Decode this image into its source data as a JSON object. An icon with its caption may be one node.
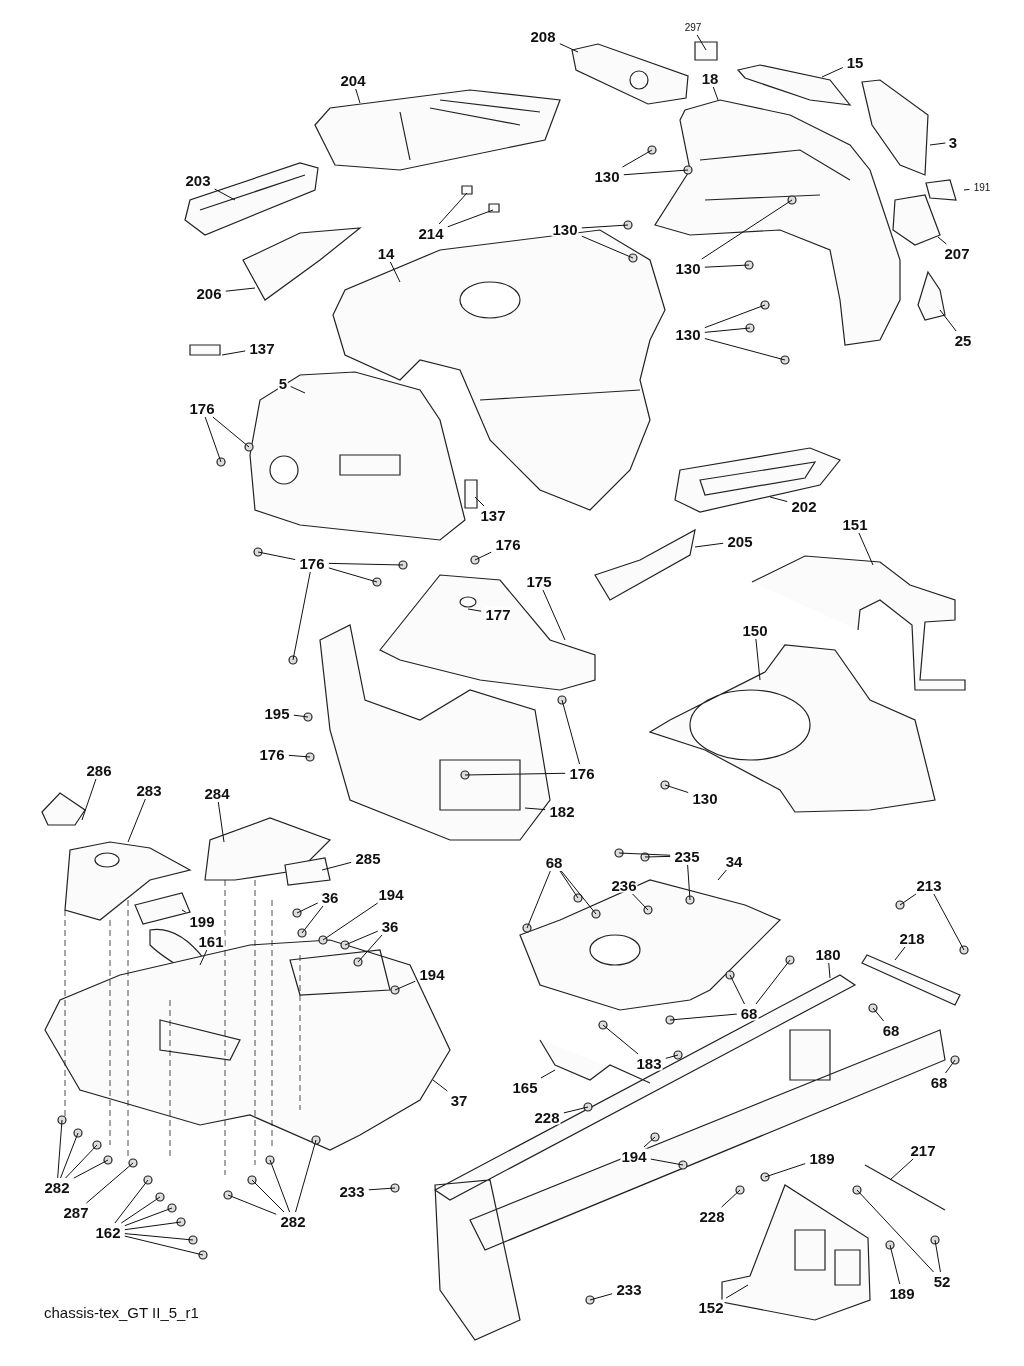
{
  "diagram": {
    "caption": "chassis-tex_GT II_5_r1",
    "nodes": [
      {
        "text": [
          "297"
        ]
      },
      {
        "text": [
          "208"
        ]
      },
      {
        "text": [
          "15"
        ]
      },
      {
        "text": [
          "18"
        ]
      },
      {
        "text": [
          "204"
        ]
      },
      {
        "text": [
          "3"
        ]
      },
      {
        "text": [
          "130"
        ]
      },
      {
        "text": [
          "203"
        ]
      },
      {
        "text": [
          "191"
        ]
      },
      {
        "text": [
          "214"
        ]
      },
      {
        "text": [
          "130"
        ]
      },
      {
        "text": [
          "14"
        ]
      },
      {
        "text": [
          "207"
        ]
      },
      {
        "text": [
          "130"
        ]
      },
      {
        "text": [
          "206"
        ]
      },
      {
        "text": [
          "25"
        ]
      },
      {
        "text": [
          "130"
        ]
      },
      {
        "text": [
          "137"
        ]
      },
      {
        "text": [
          "5"
        ]
      },
      {
        "text": [
          "176"
        ]
      },
      {
        "text": [
          "137"
        ]
      },
      {
        "text": [
          "202"
        ]
      },
      {
        "text": [
          "176"
        ]
      },
      {
        "text": [
          "205"
        ]
      },
      {
        "text": [
          "151"
        ]
      },
      {
        "text": [
          "176"
        ]
      },
      {
        "text": [
          "175"
        ]
      },
      {
        "text": [
          "177"
        ]
      },
      {
        "text": [
          "150"
        ]
      },
      {
        "text": [
          "195"
        ]
      },
      {
        "text": [
          "176"
        ]
      },
      {
        "text": [
          "176"
        ]
      },
      {
        "text": [
          "130"
        ]
      },
      {
        "text": [
          "182"
        ]
      },
      {
        "text": [
          "286"
        ]
      },
      {
        "text": [
          "283"
        ]
      },
      {
        "text": [
          "284"
        ]
      },
      {
        "text": [
          "285"
        ]
      },
      {
        "text": [
          "235"
        ]
      },
      {
        "text": [
          "34"
        ]
      },
      {
        "text": [
          "68"
        ]
      },
      {
        "text": [
          "236"
        ]
      },
      {
        "text": [
          "194"
        ]
      },
      {
        "text": [
          "213"
        ]
      },
      {
        "text": [
          "36"
        ]
      },
      {
        "text": [
          "199"
        ]
      },
      {
        "text": [
          "36"
        ]
      },
      {
        "text": [
          "218"
        ]
      },
      {
        "text": [
          "161"
        ]
      },
      {
        "text": [
          "180"
        ]
      },
      {
        "text": [
          "194"
        ]
      },
      {
        "text": [
          "68"
        ]
      },
      {
        "text": [
          "68"
        ]
      },
      {
        "text": [
          "183"
        ]
      },
      {
        "text": [
          "37"
        ]
      },
      {
        "text": [
          "165"
        ]
      },
      {
        "text": [
          "68"
        ]
      },
      {
        "text": [
          "228"
        ]
      },
      {
        "text": [
          "282"
        ]
      },
      {
        "text": [
          "194"
        ]
      },
      {
        "text": [
          "189"
        ]
      },
      {
        "text": [
          "217"
        ]
      },
      {
        "text": [
          "287"
        ]
      },
      {
        "text": [
          "233"
        ]
      },
      {
        "text": [
          "228"
        ]
      },
      {
        "text": [
          "282"
        ]
      },
      {
        "text": [
          "162"
        ]
      },
      {
        "text": [
          "52"
        ]
      },
      {
        "text": [
          "189"
        ]
      },
      {
        "text": [
          "233"
        ]
      },
      {
        "text": [
          "152"
        ]
      }
    ],
    "edges": [
      {
        "from": 0,
        "to": null,
        "arrow": "none"
      },
      {
        "from": 1,
        "to": null,
        "arrow": "none"
      },
      {
        "from": 2,
        "to": null,
        "arrow": "none"
      },
      {
        "from": 3,
        "to": null,
        "arrow": "none"
      },
      {
        "from": 4,
        "to": null,
        "arrow": "none"
      },
      {
        "from": 5,
        "to": null,
        "arrow": "none"
      },
      {
        "from": 6,
        "to": null,
        "arrow": "none"
      },
      {
        "from": 6,
        "to": null,
        "arrow": "none"
      },
      {
        "from": 7,
        "to": null,
        "arrow": "none"
      },
      {
        "from": 8,
        "to": null,
        "arrow": "none"
      },
      {
        "from": 9,
        "to": null,
        "arrow": "none"
      },
      {
        "from": 9,
        "to": null,
        "arrow": "none"
      },
      {
        "from": 10,
        "to": null,
        "arrow": "none"
      },
      {
        "from": 10,
        "to": null,
        "arrow": "none"
      },
      {
        "from": 11,
        "to": null,
        "arrow": "none"
      },
      {
        "from": 12,
        "to": null,
        "arrow": "none"
      },
      {
        "from": 13,
        "to": null,
        "arrow": "none"
      },
      {
        "from": 13,
        "to": null,
        "arrow": "none"
      },
      {
        "from": 14,
        "to": null,
        "arrow": "none"
      },
      {
        "from": 15,
        "to": null,
        "arrow": "none"
      },
      {
        "from": 16,
        "to": null,
        "arrow": "none"
      },
      {
        "from": 16,
        "to": null,
        "arrow": "none"
      },
      {
        "from": 16,
        "to": null,
        "arrow": "none"
      },
      {
        "from": 17,
        "to": null,
        "arrow": "none"
      },
      {
        "from": 18,
        "to": null,
        "arrow": "none"
      },
      {
        "from": 19,
        "to": null,
        "arrow": "none"
      },
      {
        "from": 19,
        "to": null,
        "arrow": "none"
      },
      {
        "from": 20,
        "to": null,
        "arrow": "none"
      },
      {
        "from": 21,
        "to": null,
        "arrow": "none"
      },
      {
        "from": 22,
        "to": null,
        "arrow": "none"
      },
      {
        "from": 23,
        "to": null,
        "arrow": "none"
      },
      {
        "from": 24,
        "to": null,
        "arrow": "none"
      },
      {
        "from": 25,
        "to": null,
        "arrow": "none"
      },
      {
        "from": 25,
        "to": null,
        "arrow": "none"
      },
      {
        "from": 25,
        "to": null,
        "arrow": "none"
      },
      {
        "from": 25,
        "to": null,
        "arrow": "none"
      },
      {
        "from": 26,
        "to": null,
        "arrow": "none"
      },
      {
        "from": 27,
        "to": null,
        "arrow": "none"
      },
      {
        "from": 28,
        "to": null,
        "arrow": "none"
      },
      {
        "from": 29,
        "to": null,
        "arrow": "none"
      },
      {
        "from": 30,
        "to": null,
        "arrow": "none"
      },
      {
        "from": 31,
        "to": null,
        "arrow": "none"
      },
      {
        "from": 31,
        "to": null,
        "arrow": "none"
      },
      {
        "from": 32,
        "to": null,
        "arrow": "none"
      },
      {
        "from": 33,
        "to": null,
        "arrow": "none"
      },
      {
        "from": 34,
        "to": null,
        "arrow": "none"
      },
      {
        "from": 35,
        "to": null,
        "arrow": "none"
      },
      {
        "from": 36,
        "to": null,
        "arrow": "none"
      },
      {
        "from": 37,
        "to": null,
        "arrow": "none"
      },
      {
        "from": 38,
        "to": null,
        "arrow": "none"
      },
      {
        "from": 38,
        "to": null,
        "arrow": "none"
      },
      {
        "from": 38,
        "to": null,
        "arrow": "none"
      },
      {
        "from": 39,
        "to": null,
        "arrow": "none"
      },
      {
        "from": 40,
        "to": null,
        "arrow": "none"
      },
      {
        "from": 40,
        "to": null,
        "arrow": "none"
      },
      {
        "from": 40,
        "to": null,
        "arrow": "none"
      },
      {
        "from": 41,
        "to": null,
        "arrow": "none"
      },
      {
        "from": 42,
        "to": null,
        "arrow": "none"
      },
      {
        "from": 43,
        "to": null,
        "arrow": "none"
      },
      {
        "from": 43,
        "to": null,
        "arrow": "none"
      },
      {
        "from": 44,
        "to": null,
        "arrow": "none"
      },
      {
        "from": 44,
        "to": null,
        "arrow": "none"
      },
      {
        "from": 45,
        "to": null,
        "arrow": "none"
      },
      {
        "from": 46,
        "to": null,
        "arrow": "none"
      },
      {
        "from": 46,
        "to": null,
        "arrow": "none"
      },
      {
        "from": 47,
        "to": null,
        "arrow": "none"
      },
      {
        "from": 48,
        "to": null,
        "arrow": "none"
      },
      {
        "from": 49,
        "to": null,
        "arrow": "none"
      },
      {
        "from": 50,
        "to": null,
        "arrow": "none"
      },
      {
        "from": 51,
        "to": null,
        "arrow": "none"
      },
      {
        "from": 51,
        "to": null,
        "arrow": "none"
      },
      {
        "from": 51,
        "to": null,
        "arrow": "none"
      },
      {
        "from": 52,
        "to": null,
        "arrow": "none"
      },
      {
        "from": 53,
        "to": null,
        "arrow": "none"
      },
      {
        "from": 53,
        "to": null,
        "arrow": "none"
      },
      {
        "from": 54,
        "to": null,
        "arrow": "none"
      },
      {
        "from": 55,
        "to": null,
        "arrow": "none"
      },
      {
        "from": 56,
        "to": null,
        "arrow": "none"
      },
      {
        "from": 57,
        "to": null,
        "arrow": "none"
      },
      {
        "from": 58,
        "to": null,
        "arrow": "none"
      },
      {
        "from": 58,
        "to": null,
        "arrow": "none"
      },
      {
        "from": 58,
        "to": null,
        "arrow": "none"
      },
      {
        "from": 58,
        "to": null,
        "arrow": "none"
      },
      {
        "from": 59,
        "to": null,
        "arrow": "none"
      },
      {
        "from": 59,
        "to": null,
        "arrow": "none"
      },
      {
        "from": 60,
        "to": null,
        "arrow": "none"
      },
      {
        "from": 61,
        "to": null,
        "arrow": "none"
      },
      {
        "from": 62,
        "to": null,
        "arrow": "none"
      },
      {
        "from": 63,
        "to": null,
        "arrow": "none"
      },
      {
        "from": 64,
        "to": null,
        "arrow": "none"
      },
      {
        "from": 65,
        "to": null,
        "arrow": "none"
      },
      {
        "from": 65,
        "to": null,
        "arrow": "none"
      },
      {
        "from": 65,
        "to": null,
        "arrow": "none"
      },
      {
        "from": 65,
        "to": null,
        "arrow": "none"
      },
      {
        "from": 66,
        "to": null,
        "arrow": "none"
      },
      {
        "from": 66,
        "to": null,
        "arrow": "none"
      },
      {
        "from": 66,
        "to": null,
        "arrow": "none"
      },
      {
        "from": 66,
        "to": null,
        "arrow": "none"
      },
      {
        "from": 66,
        "to": null,
        "arrow": "none"
      },
      {
        "from": 66,
        "to": null,
        "arrow": "none"
      },
      {
        "from": 67,
        "to": null,
        "arrow": "none"
      },
      {
        "from": 67,
        "to": null,
        "arrow": "none"
      },
      {
        "from": 68,
        "to": null,
        "arrow": "none"
      },
      {
        "from": 69,
        "to": null,
        "arrow": "none"
      },
      {
        "from": 70,
        "to": null,
        "arrow": "none"
      }
    ]
  }
}
